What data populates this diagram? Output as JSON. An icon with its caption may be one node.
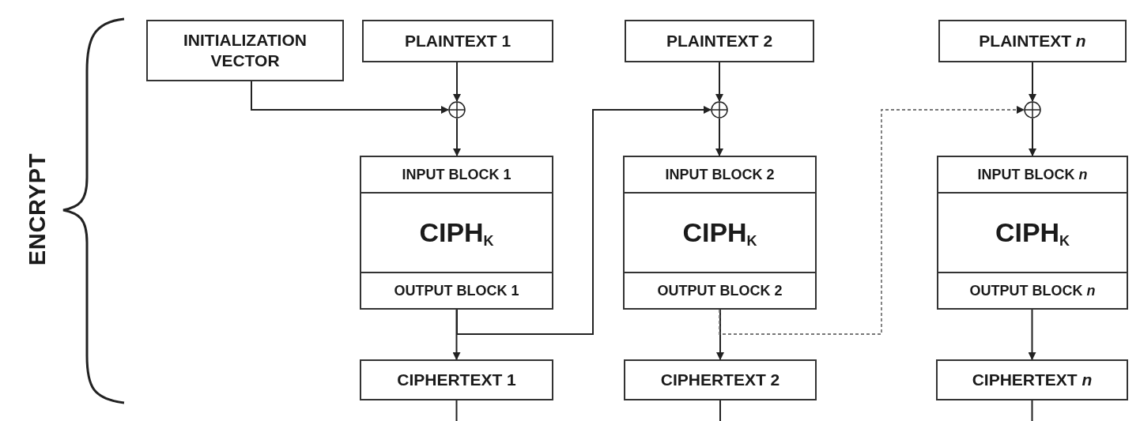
{
  "diagram": {
    "nodes": [
      {
        "text": [
          "INITIALIZATION VECTOR"
        ]
      },
      {
        "text": [
          "PLAINTEXT 1"
        ]
      },
      {
        "text": [],
        "shape": "circle"
      },
      {
        "text": [
          "INPUT BLOCK 1",
          "CIPH$_{K}$",
          "OUTPUT BLOCK 1"
        ]
      },
      {
        "text": [
          "CIPHERTEXT 1"
        ]
      },
      {
        "text": [
          "PLAINTEXT 2"
        ]
      },
      {
        "text": [],
        "shape": "circle"
      },
      {
        "text": [
          "INPUT BLOCK 2",
          "CIPH$_{K}$",
          "OUTPUT BLOCK 2"
        ]
      },
      {
        "text": [
          "CIPHERTEXT 2"
        ]
      },
      {
        "text": [
          "PLAINTEXT *n*"
        ]
      },
      {
        "text": [],
        "shape": "circle"
      },
      {
        "text": [
          "INPUT BLOCK *n*",
          "CIPH$_{K}$",
          "OUTPUT BLOCK *n*"
        ]
      },
      {
        "text": [
          "CIPHERTEXT *n*"
        ]
      }
    ],
    "edges": [
      {
        "from": 0,
        "to": 2,
        "arrow": "to"
      },
      {
        "from": 1,
        "to": 2,
        "arrow": "to"
      },
      {
        "from": 2,
        "to": 3,
        "arrow": "to"
      },
      {
        "from": 3,
        "to": 4,
        "arrow": "to"
      },
      {
        "from": 3,
        "to": 6,
        "arrow": "to"
      },
      {
        "from": 4,
        "to": null,
        "arrow": "none"
      },
      {
        "from": 5,
        "to": 6,
        "arrow": "to"
      },
      {
        "from": 6,
        "to": 7,
        "arrow": "to"
      },
      {
        "from": 7,
        "to": 8,
        "arrow": "to"
      },
      {
        "from": 7,
        "to": 10,
        "arrow": "to",
        "style": "dashed"
      },
      {
        "from": 8,
        "to": null,
        "arrow": "none"
      },
      {
        "from": 9,
        "to": 10,
        "arrow": "to"
      },
      {
        "from": 10,
        "to": 11,
        "arrow": "to"
      },
      {
        "from": 11,
        "to": 12,
        "arrow": "to"
      },
      {
        "from": 12,
        "to": null,
        "arrow": "none"
      }
    ],
    "labels": [
      "ENCRYPT"
    ]
  }
}
